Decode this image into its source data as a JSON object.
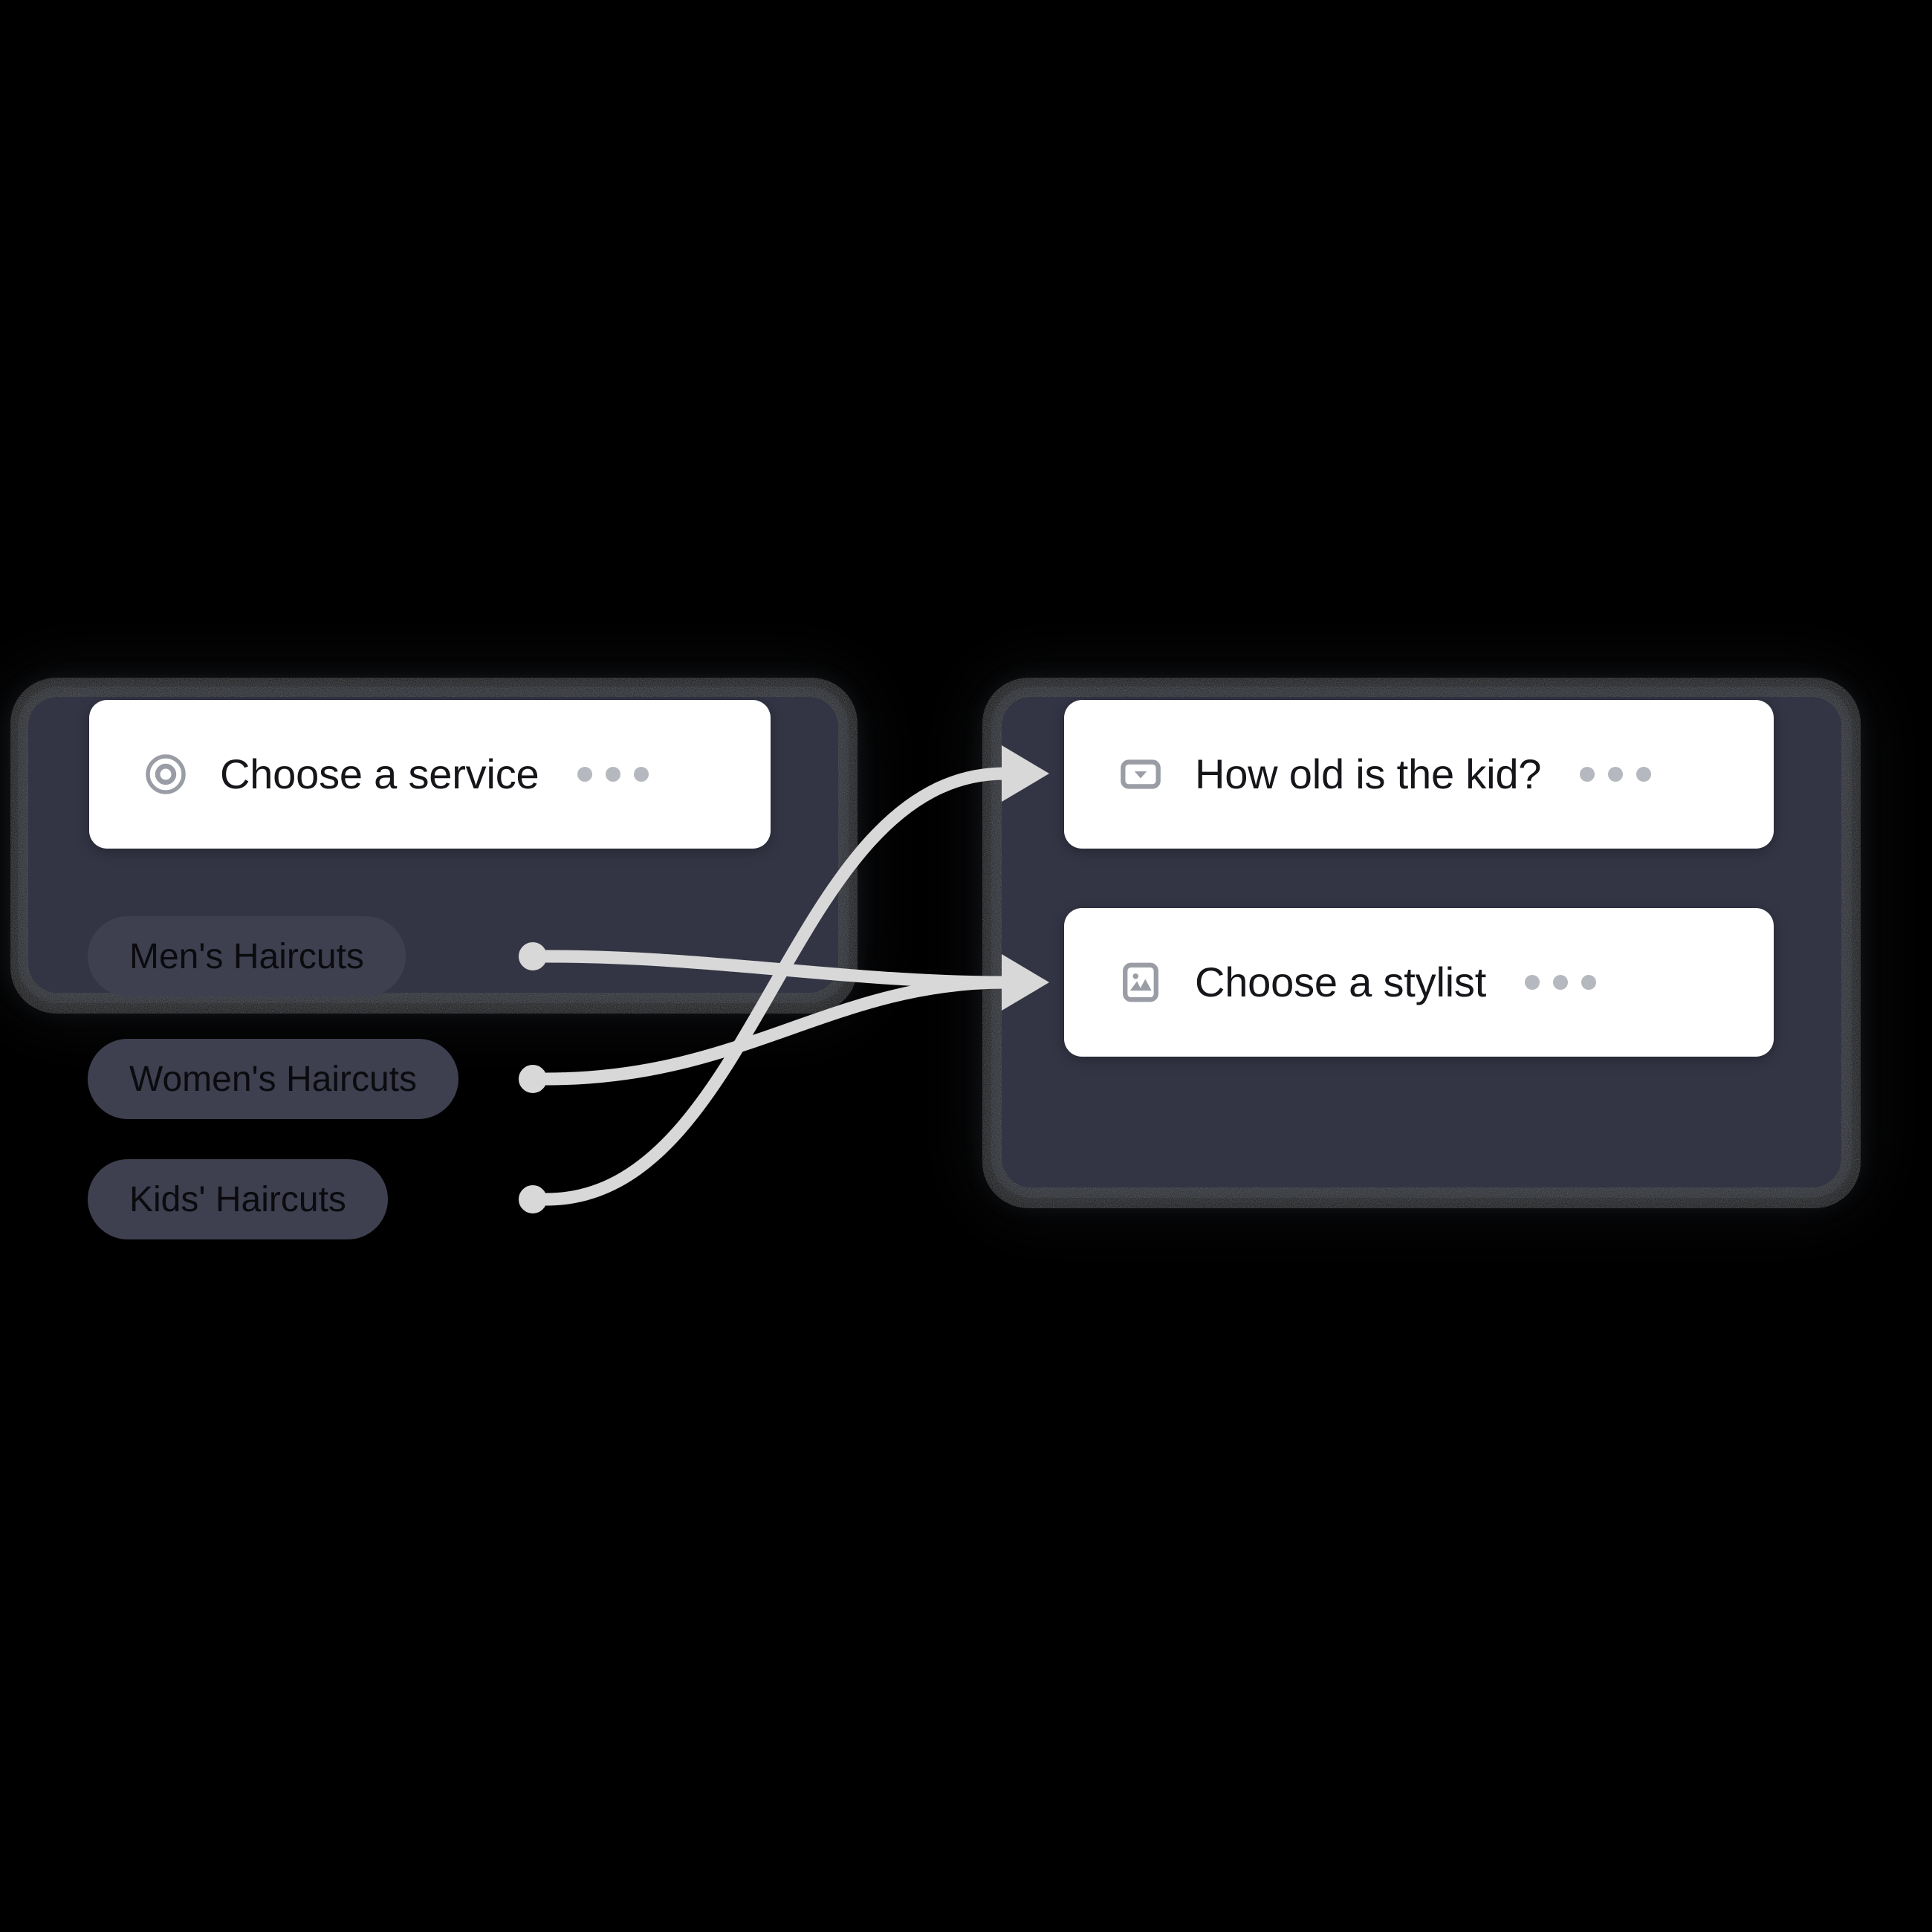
{
  "canvas": {
    "background_color": "#000000",
    "panel_color": "#333545",
    "card_color": "#ffffff",
    "chip_color": "#3e4050",
    "edge_color": "#d8d8d8",
    "icon_color": "#9a9da5",
    "title_color": "#15151a"
  },
  "nodes": [
    {
      "id": "choose-service",
      "title": "Choose a service",
      "icon": "radio-button-icon",
      "menu": "more-options-icon",
      "options": [
        {
          "label": "Men's Haircuts"
        },
        {
          "label": "Women's Haircuts"
        },
        {
          "label": "Kids' Haircuts"
        }
      ]
    },
    {
      "id": "how-old-is-the-kid",
      "title": "How old is the kid?",
      "icon": "dropdown-select-icon",
      "menu": "more-options-icon"
    },
    {
      "id": "choose-stylist",
      "title": "Choose a stylist",
      "icon": "image-icon",
      "menu": "more-options-icon"
    }
  ],
  "edges": [
    {
      "from": "Men's Haircuts",
      "to": "Choose a stylist"
    },
    {
      "from": "Women's Haircuts",
      "to": "Choose a stylist"
    },
    {
      "from": "Kids' Haircuts",
      "to": "How old is the kid?"
    }
  ]
}
